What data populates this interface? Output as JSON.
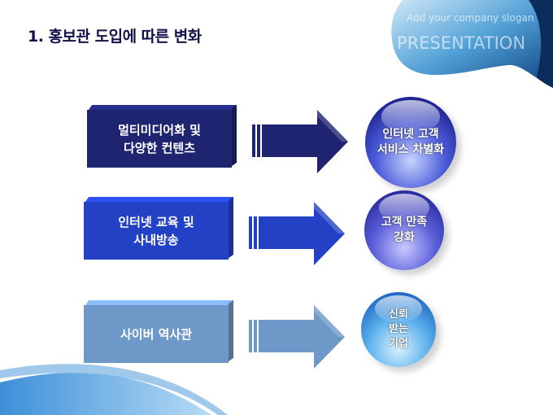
{
  "title": "1. 홍보관 도입에 따른 변화",
  "banner": {
    "slogan": "Add your company slogan",
    "word": "PRESENTATION"
  },
  "rows": [
    {
      "source": "멀티미디어화 및\n다양한 컨텐츠",
      "result": "인터넷 고객\n서비스 차별화",
      "color": "#1f2470"
    },
    {
      "source": "인터넷 교육 및\n사내방송",
      "result": "고객 만족\n강화",
      "color": "#2341c4"
    },
    {
      "source": "사이버 역사관",
      "result": "신뢰\n받는\n기업",
      "color": "#6e98c8"
    }
  ]
}
